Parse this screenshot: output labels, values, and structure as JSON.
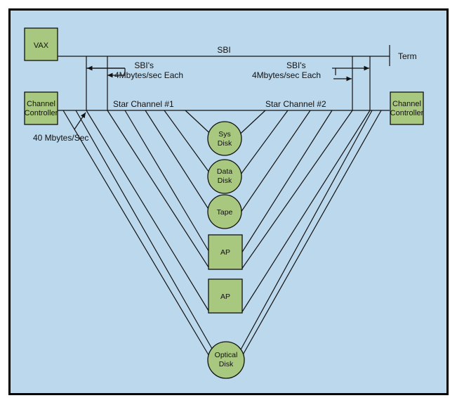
{
  "bus": {
    "label": "SBI",
    "terminator": "Term"
  },
  "vax": {
    "label": "VAX"
  },
  "controller_left": {
    "line1": "Channel",
    "line2": "Controller"
  },
  "controller_right": {
    "line1": "Channel",
    "line2": "Controller"
  },
  "sbi_rate_left": {
    "line1": "SBI's",
    "line2": "4Mbytes/sec Each"
  },
  "sbi_rate_right": {
    "line1": "SBI's",
    "line2": "4Mbytes/sec Each"
  },
  "star_channel_1": "Star Channel #1",
  "star_channel_2": "Star Channel #2",
  "rate_label": "40 Mbytes/Sec",
  "devices": [
    {
      "line1": "Sys",
      "line2": "Disk"
    },
    {
      "line1": "Data",
      "line2": "Disk"
    },
    {
      "line1": "Tape",
      "line2": ""
    },
    {
      "line1": "AP",
      "line2": ""
    },
    {
      "line1": "AP",
      "line2": ""
    },
    {
      "line1": "Optical",
      "line2": "Disk"
    }
  ]
}
